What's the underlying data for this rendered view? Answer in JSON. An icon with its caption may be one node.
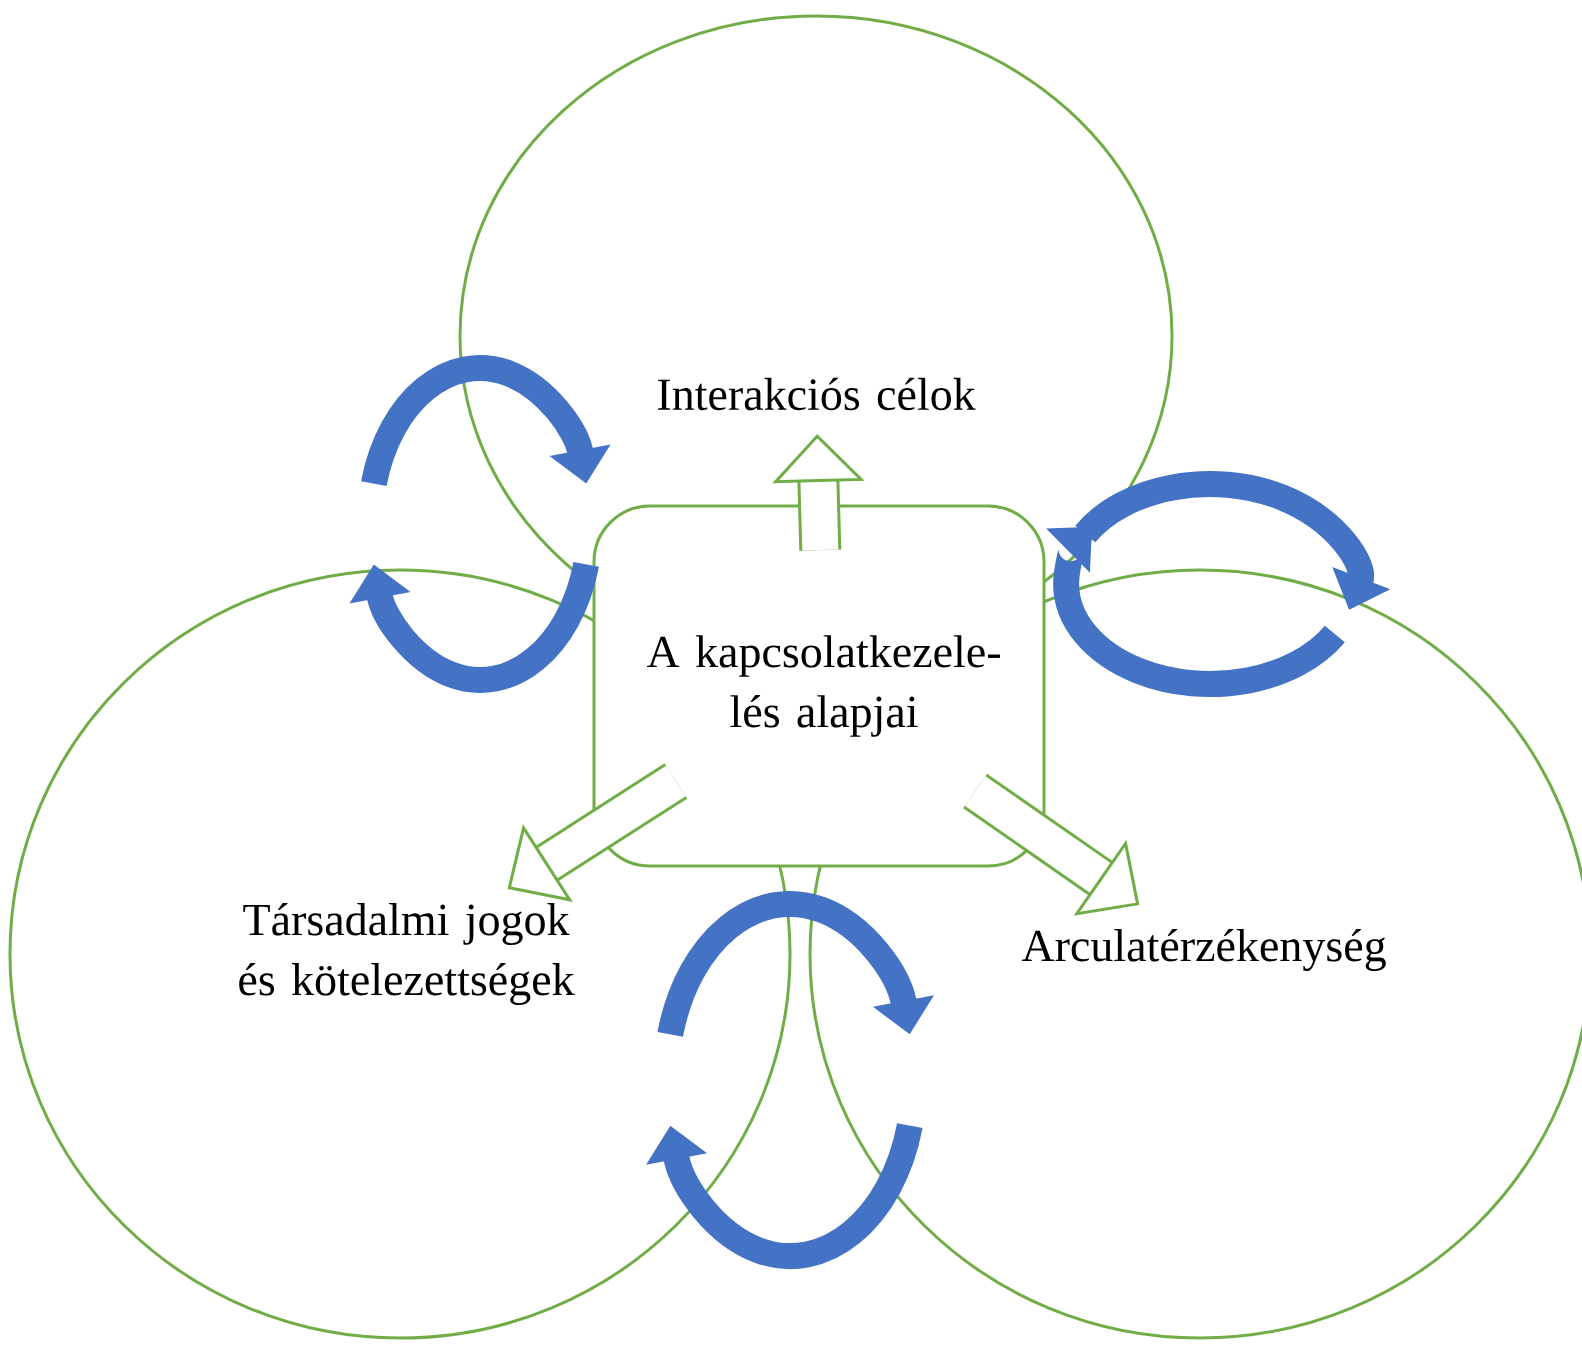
{
  "diagram": {
    "nodes": [
      {
        "text": [
          "Interakciós célok"
        ]
      },
      {
        "text": [
          "Társadalmi jogok és kötelezettségek"
        ]
      },
      {
        "text": [
          "Arculatérzékenység"
        ]
      },
      {
        "text": [
          "A kapcsolatkezele- lés alapjai"
        ]
      }
    ],
    "edges": [
      {
        "from": 3,
        "to": 0,
        "arrow": "to",
        "color": "#70ad47"
      },
      {
        "from": 3,
        "to": 1,
        "arrow": "to",
        "color": "#70ad47"
      },
      {
        "from": 3,
        "to": 2,
        "arrow": "to",
        "color": "#70ad47"
      },
      {
        "from": 0,
        "to": 1,
        "arrow": "to"
      },
      {
        "from": 1,
        "to": 0,
        "arrow": "to"
      },
      {
        "from": 0,
        "to": 2,
        "arrow": "to"
      },
      {
        "from": 2,
        "to": 0,
        "arrow": "to"
      },
      {
        "from": 1,
        "to": 2,
        "arrow": "to"
      },
      {
        "from": 2,
        "to": 1,
        "arrow": "to"
      }
    ]
  }
}
